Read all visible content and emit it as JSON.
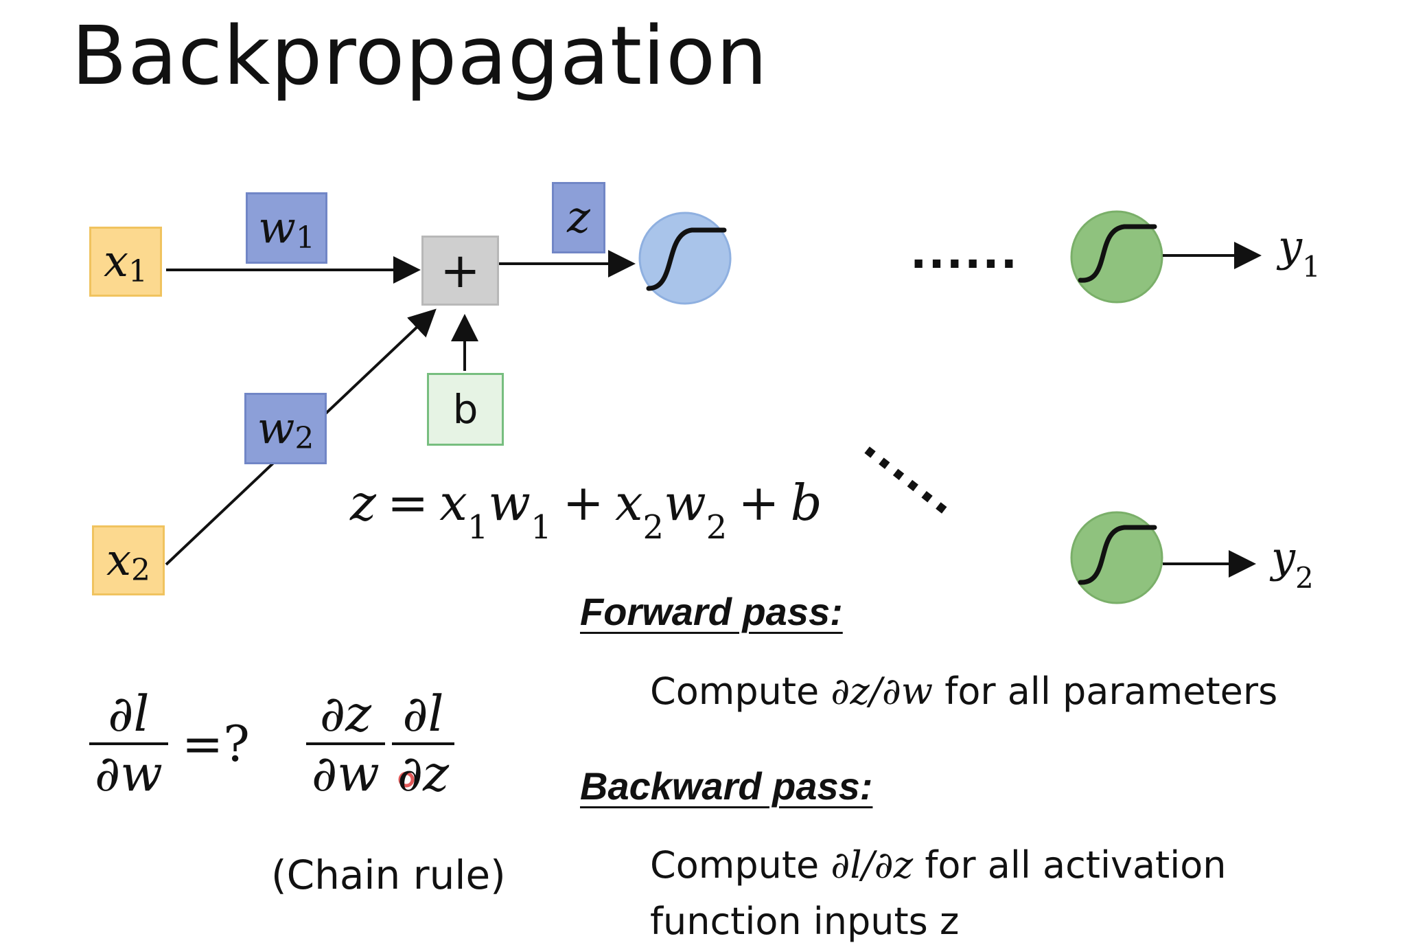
{
  "slide": {
    "title": "Backpropagation"
  },
  "diagram": {
    "inputs": [
      {
        "var": "x",
        "sub": "1"
      },
      {
        "var": "x",
        "sub": "2"
      }
    ],
    "weights": [
      {
        "var": "w",
        "sub": "1"
      },
      {
        "var": "w",
        "sub": "2"
      }
    ],
    "sum_symbol": "+",
    "bias_label": "b",
    "z_label": "z",
    "ellipsis_horizontal": "......",
    "ellipsis_diagonal": "......",
    "outputs": [
      {
        "var": "y",
        "sub": "1"
      },
      {
        "var": "y",
        "sub": "2"
      }
    ],
    "colors": {
      "input_fill": "#fcd98f",
      "weight_fill": "#8c9fd8",
      "sum_fill": "#cfcfcf",
      "bias_fill": "#e6f3e4",
      "hidden_neuron_fill": "#a9c4ea",
      "output_neuron_fill": "#8fc27e"
    }
  },
  "equation": {
    "lhs": "z",
    "eq": "=",
    "t1_var": "x",
    "t1_sub": "1",
    "t1_w": "w",
    "t1_wsub": "1",
    "plus1": "+",
    "t2_var": "x",
    "t2_sub": "2",
    "t2_w": "w",
    "t2_wsub": "2",
    "plus2": "+",
    "bias": "b"
  },
  "derivative": {
    "lhs_num": "∂l",
    "lhs_den": "∂w",
    "question": "=?",
    "f1_num": "∂z",
    "f1_den": "∂w",
    "f2_num": "∂l",
    "f2_den": "∂z",
    "chain_rule": "(Chain rule)"
  },
  "forward": {
    "heading": "Forward pass:",
    "pre": "Compute ",
    "math": "∂z/∂w",
    "post": " for all parameters"
  },
  "backward": {
    "heading": "Backward pass:",
    "pre": "Compute ",
    "math": "∂l/∂z",
    "post": " for all activation",
    "line2": "function inputs z"
  }
}
